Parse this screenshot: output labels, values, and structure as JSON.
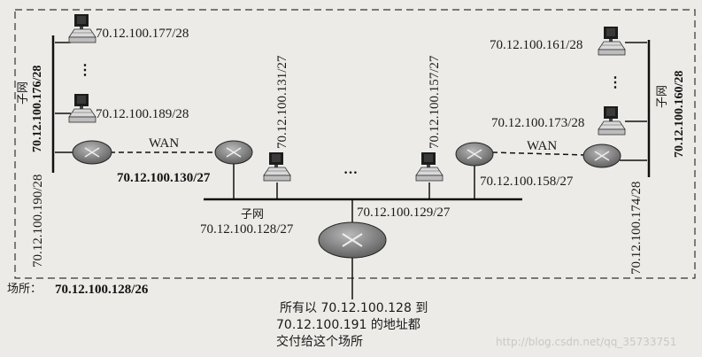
{
  "site": {
    "label": "场所：",
    "prefix": "70.12.100.128/26",
    "note": [
      "所有以 70.12.100.128 到",
      "70.12.100.191 的地址都",
      "交付给这个场所"
    ]
  },
  "left_subnet": {
    "label": "子网",
    "prefix": "70.12.100.176/28",
    "host_top": "70.12.100.177/28",
    "host_bottom": "70.12.100.189/28",
    "router_iface": "70.12.100.190/28",
    "ellipsis": "⋮"
  },
  "right_subnet": {
    "label": "子网",
    "prefix": "70.12.100.160/28",
    "host_top": "70.12.100.161/28",
    "host_bottom": "70.12.100.173/28",
    "router_iface": "70.12.100.174/28",
    "ellipsis": "⋮"
  },
  "center_subnet": {
    "label": "子网",
    "prefix": "70.12.100.128/27",
    "host_left": "70.12.100.131/27",
    "host_right": "70.12.100.157/27",
    "router_iface": "70.12.100.129/27",
    "left_router_iface": "70.12.100.130/27",
    "right_router_iface": "70.12.100.158/27",
    "ellipsis": "…"
  },
  "links": {
    "wan_left": "WAN",
    "wan_right": "WAN"
  },
  "watermark": "http://blog.csdn.net/qq_35733751"
}
